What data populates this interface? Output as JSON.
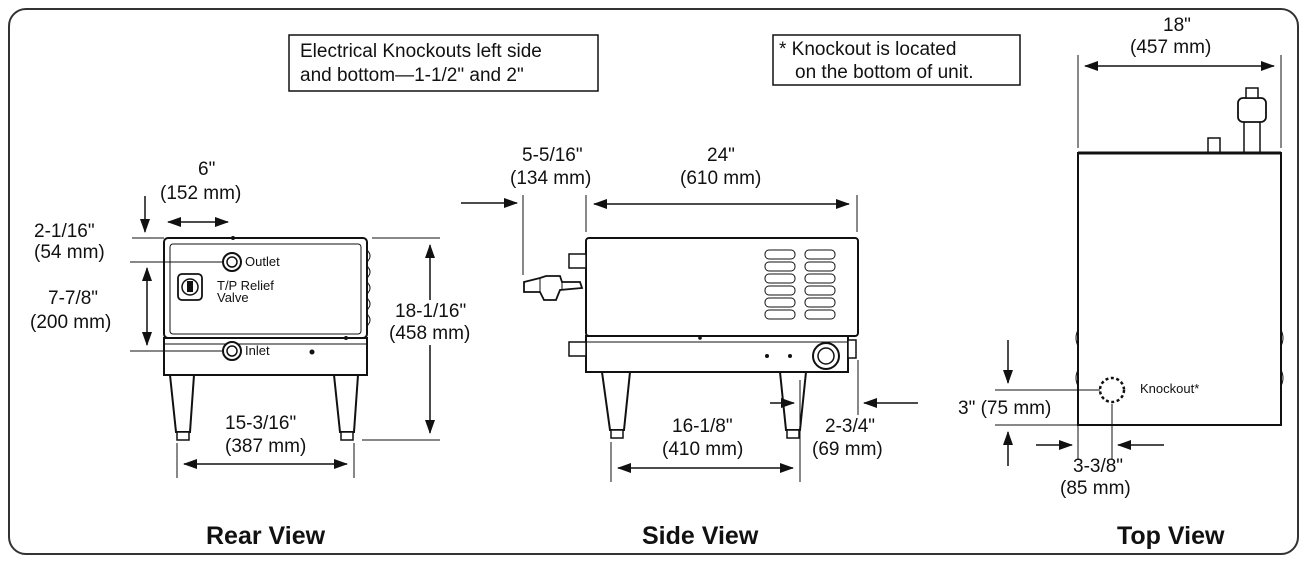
{
  "notes": {
    "electrical": [
      "Electrical Knockouts left side",
      "and bottom—1-1/2\" and 2\""
    ],
    "knockout": [
      "* Knockout is located",
      "on the bottom of unit."
    ]
  },
  "rear": {
    "title": "Rear View",
    "width_top": [
      "6\"",
      "(152 mm)"
    ],
    "top_offset": [
      "2-1/16\"",
      "(54 mm)"
    ],
    "outlet_inlet": [
      "7-7/8\"",
      "(200 mm)"
    ],
    "height": [
      "18-1/16\"",
      "(458 mm)"
    ],
    "leg_span": [
      "15-3/16\"",
      "(387 mm)"
    ],
    "outlet": "Outlet",
    "inlet": "Inlet",
    "relief": [
      "T/P Relief",
      "Valve"
    ]
  },
  "side": {
    "title": "Side View",
    "valve_depth": [
      "5-5/16\"",
      "(134 mm)"
    ],
    "length": [
      "24\"",
      "(610 mm)"
    ],
    "leg_span": [
      "16-1/8\"",
      "(410 mm)"
    ],
    "rear_offset": [
      "2-3/4\"",
      "(69 mm)"
    ]
  },
  "top": {
    "title": "Top View",
    "width": [
      "18\"",
      "(457 mm)"
    ],
    "knockout_y": "3\" (75 mm)",
    "knockout_x": [
      "3-3/8\"",
      "(85 mm)"
    ],
    "knockout": "Knockout*"
  }
}
